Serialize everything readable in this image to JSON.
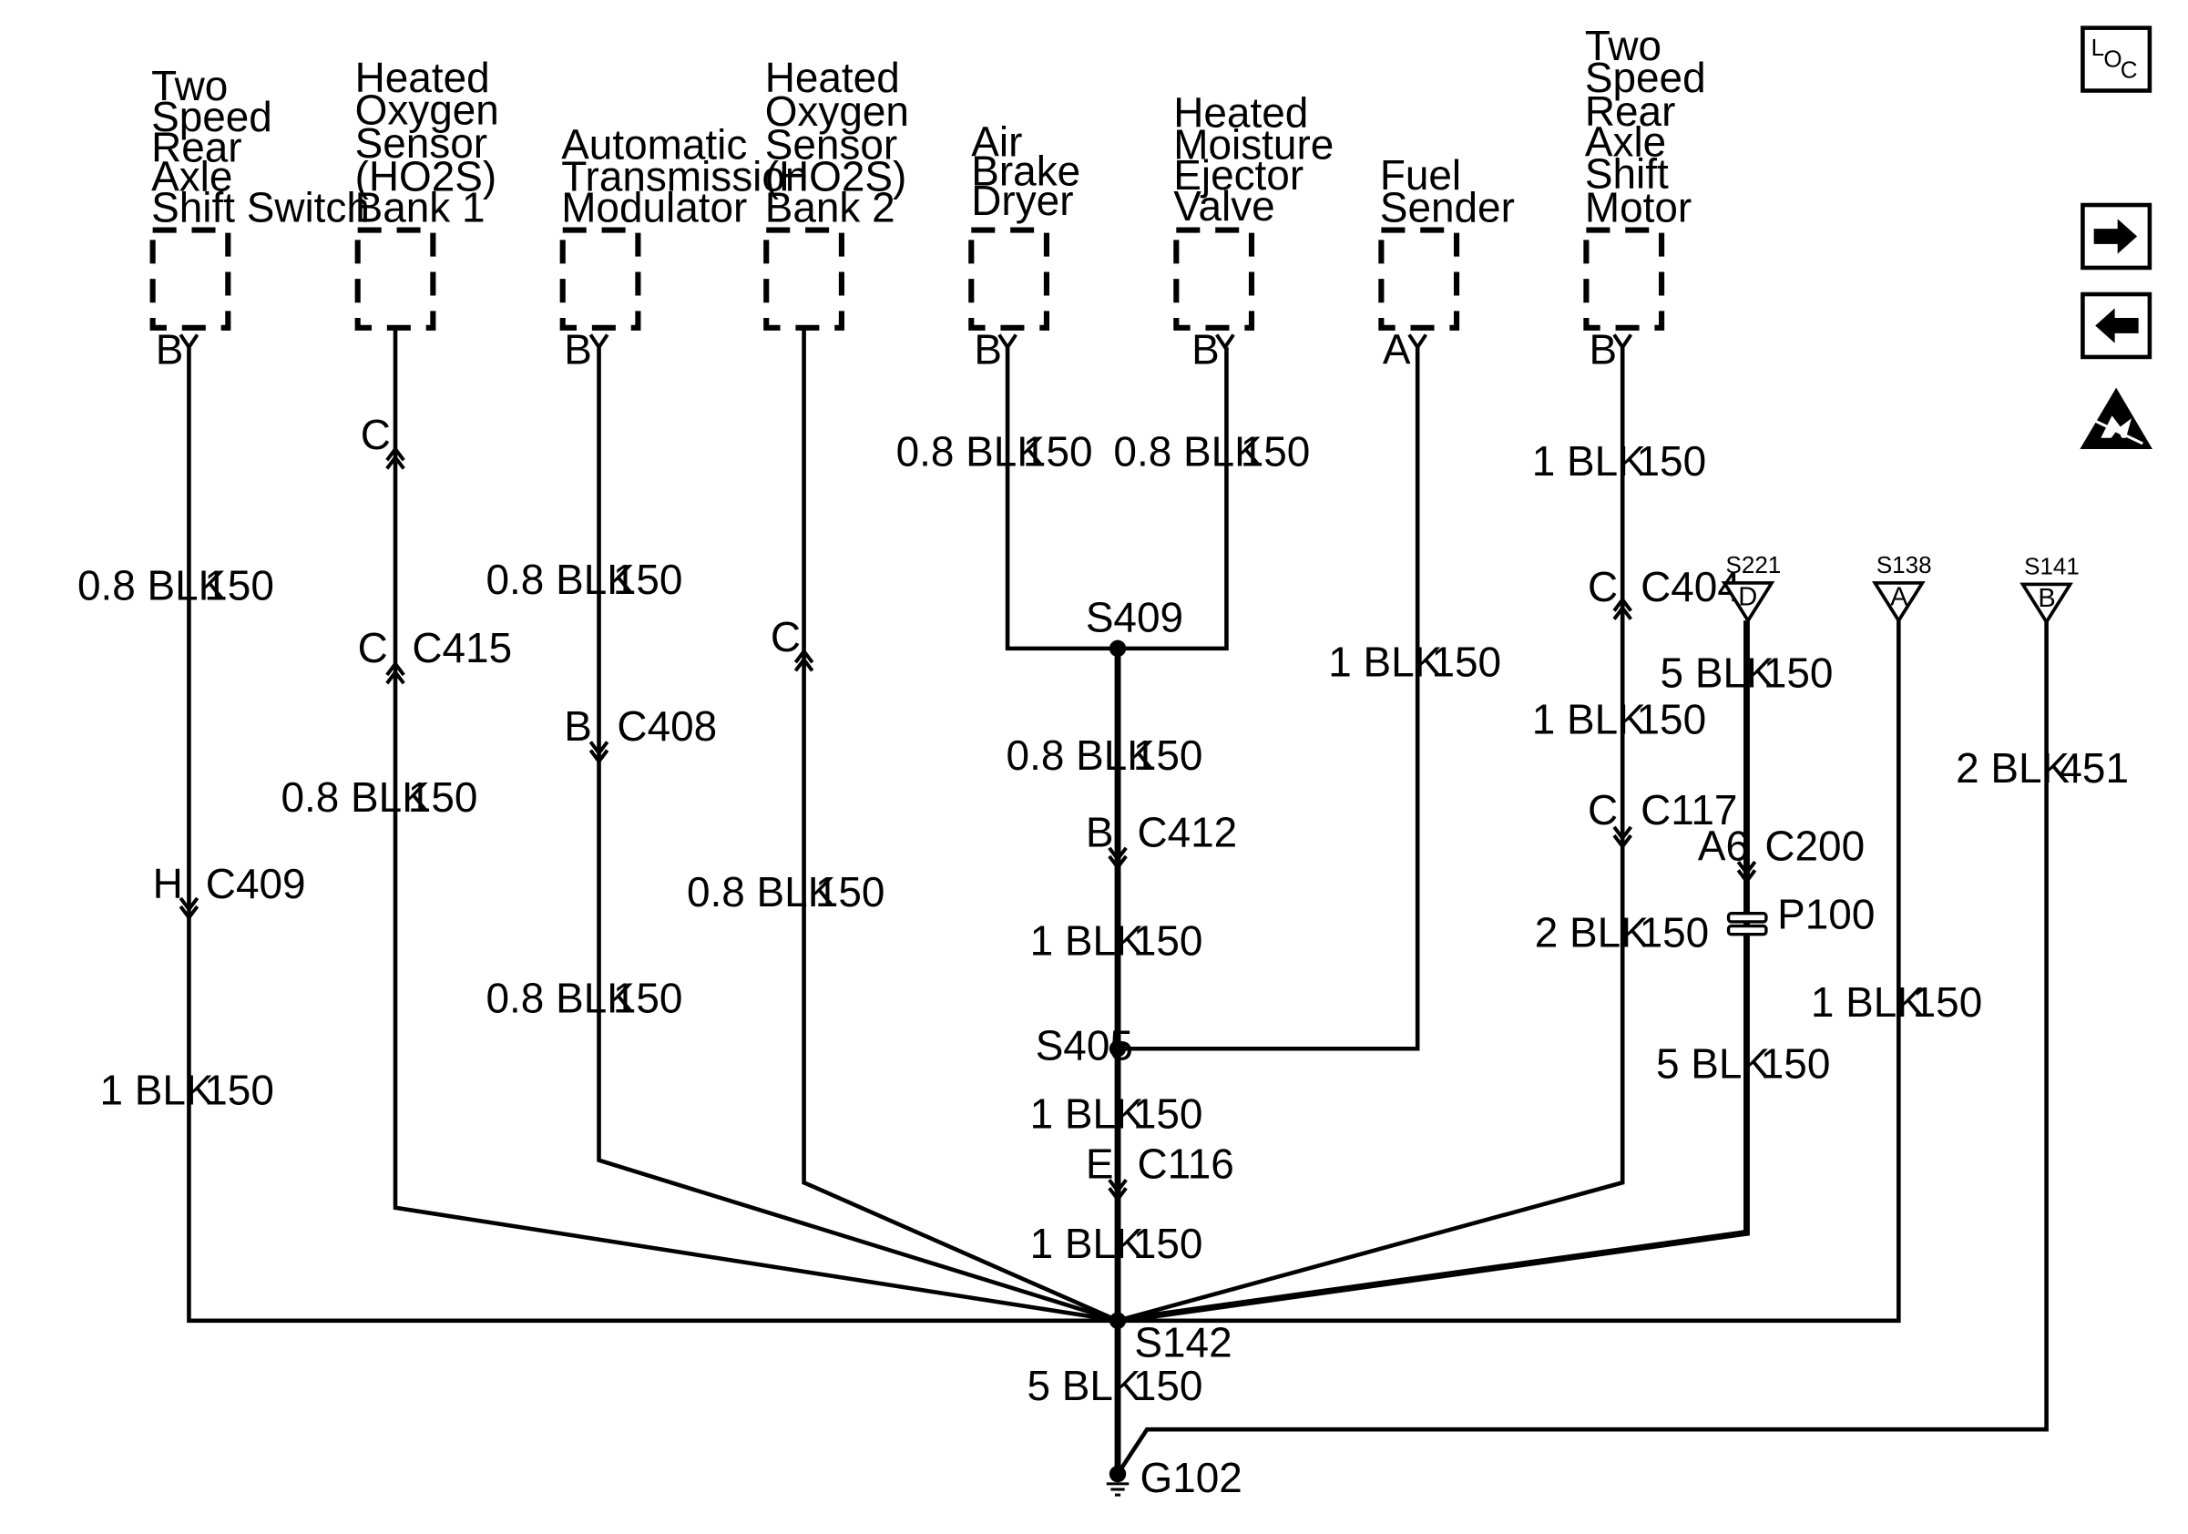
{
  "components": [
    {
      "id": "two-speed-rear-axle-shift-switch",
      "name_lines": [
        "Two",
        "Speed",
        "Rear",
        "Axle",
        "Shift Switch"
      ],
      "pin": "B"
    },
    {
      "id": "ho2s-bank-1",
      "name_lines": [
        "Heated",
        "Oxygen",
        "Sensor",
        "(HO2S)",
        "Bank 1"
      ],
      "pin": ""
    },
    {
      "id": "automatic-transmission-modulator",
      "name_lines": [
        "Automatic",
        "Transmission",
        "Modulator"
      ],
      "pin": "B"
    },
    {
      "id": "ho2s-bank-2",
      "name_lines": [
        "Heated",
        "Oxygen",
        "Sensor",
        "(HO2S)",
        "Bank 2"
      ],
      "pin": ""
    },
    {
      "id": "air-brake-dryer",
      "name_lines": [
        "Air",
        "Brake",
        "Dryer"
      ],
      "pin": "B"
    },
    {
      "id": "heated-moisture-ejector-valve",
      "name_lines": [
        "Heated",
        "Moisture",
        "Ejector",
        "Valve"
      ],
      "pin": "B"
    },
    {
      "id": "fuel-sender",
      "name_lines": [
        "Fuel",
        "Sender"
      ],
      "pin": "A"
    },
    {
      "id": "two-speed-rear-axle-shift-motor",
      "name_lines": [
        "Two",
        "Speed",
        "Rear",
        "Axle",
        "Shift",
        "Motor"
      ],
      "pin": "B"
    }
  ],
  "wire_labels": {
    "w1": {
      "gauge": "0.8 BLK",
      "circuit": "150"
    },
    "w2": {
      "gauge": "1 BLK",
      "circuit": "150"
    },
    "w3": {
      "gauge": "0.8 BLK",
      "circuit": "150"
    },
    "w4": {
      "gauge": "0.8 BLK",
      "circuit": "150"
    },
    "w5": {
      "gauge": "0.8 BLK",
      "circuit": "150"
    },
    "w6": {
      "gauge": "0.8 BLK",
      "circuit": "150"
    },
    "w7": {
      "gauge": "0.8 BLK",
      "circuit": "150"
    },
    "w8": {
      "gauge": "0.8 BLK",
      "circuit": "150"
    },
    "w9": {
      "gauge": "0.8 BLK",
      "circuit": "150"
    },
    "w10": {
      "gauge": "0.8 BLK",
      "circuit": "150"
    },
    "w11": {
      "gauge": "1 BLK",
      "circuit": "150"
    },
    "w12": {
      "gauge": "1 BLK",
      "circuit": "150"
    },
    "w13": {
      "gauge": "1 BLK",
      "circuit": "150"
    },
    "w14": {
      "gauge": "1 BLK",
      "circuit": "150"
    },
    "w15": {
      "gauge": "1 BLK",
      "circuit": "150"
    },
    "w16": {
      "gauge": "1 BLK",
      "circuit": "150"
    },
    "w17": {
      "gauge": "1 BLK",
      "circuit": "150"
    },
    "w18": {
      "gauge": "2 BLK",
      "circuit": "150"
    },
    "w19": {
      "gauge": "5 BLK",
      "circuit": "150"
    },
    "w20": {
      "gauge": "5 BLK",
      "circuit": "150"
    },
    "w21": {
      "gauge": "1 BLK",
      "circuit": "150"
    },
    "w22": {
      "gauge": "2 BLK",
      "circuit": "451"
    },
    "w23": {
      "gauge": "5 BLK",
      "circuit": "150"
    }
  },
  "connectors": {
    "c409": {
      "pin": "H",
      "name": "C409"
    },
    "c415_top": {
      "pin": "C",
      "name": ""
    },
    "c415": {
      "pin": "C",
      "name": "C415"
    },
    "c408": {
      "pin": "B",
      "name": "C408"
    },
    "c_bank2": {
      "pin": "C",
      "name": ""
    },
    "c412": {
      "pin": "B",
      "name": "C412"
    },
    "c116": {
      "pin": "E",
      "name": "C116"
    },
    "c404": {
      "pin": "C",
      "name": "C404"
    },
    "c117": {
      "pin": "C",
      "name": "C117"
    },
    "c200": {
      "pin": "A6",
      "name": "C200"
    }
  },
  "splices": {
    "s409": "S409",
    "s405": "S405",
    "s142": "S142"
  },
  "pass_throughs": {
    "p100": "P100"
  },
  "ground": "G102",
  "offpage": [
    {
      "id": "s221",
      "label": "S221",
      "letter": "D"
    },
    {
      "id": "s138",
      "label": "S138",
      "letter": "A"
    },
    {
      "id": "s141",
      "label": "S141",
      "letter": "B"
    }
  ],
  "toolbar": {
    "loc_l": "L",
    "loc_o": "O",
    "loc_c": "C",
    "next_icon": "arrow-right-icon",
    "prev_icon": "arrow-left-icon",
    "esd_icon": "esd-warning-icon"
  }
}
